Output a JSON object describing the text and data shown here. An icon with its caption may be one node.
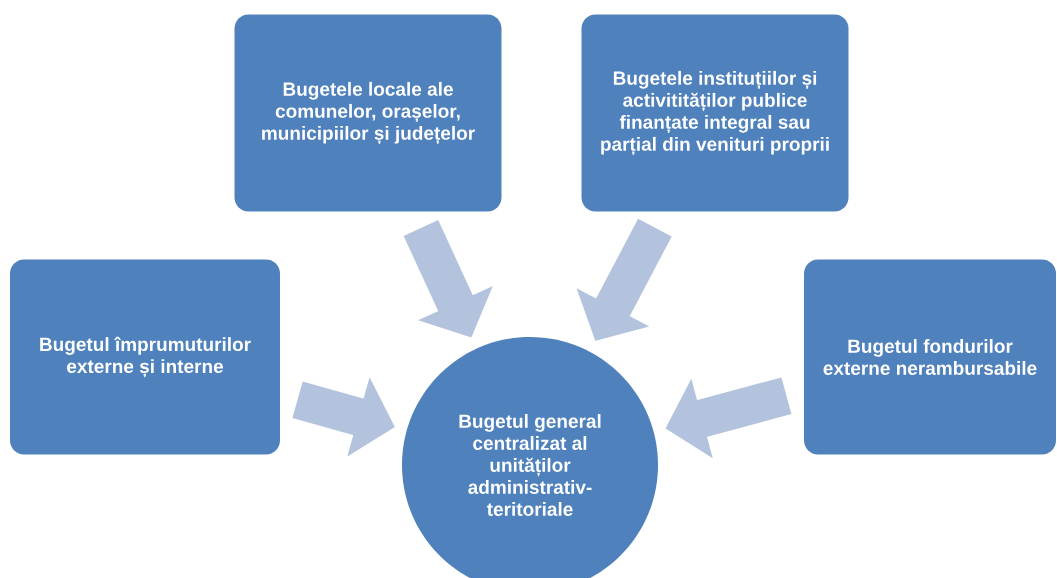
{
  "diagram": {
    "nodes": [
      {
        "text": [
          "Bugetele locale ale comunelor, orașelor, municipiilor și județelor"
        ]
      },
      {
        "text": [
          "Bugetele instituțiilor și activitităților publice finanțate integral sau parțial din venituri proprii"
        ]
      },
      {
        "text": [
          "Bugetul împrumuturilor externe și interne"
        ]
      },
      {
        "text": [
          "Bugetul fondurilor externe nerambursabile"
        ]
      },
      {
        "text": [
          "Bugetul general centralizat al unităților administrativ-teritoriale"
        ]
      }
    ],
    "edges": [
      {
        "from": 0,
        "to": 4,
        "arrow": "to"
      },
      {
        "from": 1,
        "to": 4,
        "arrow": "to"
      },
      {
        "from": 2,
        "to": 4,
        "arrow": "to"
      },
      {
        "from": 3,
        "to": 4,
        "arrow": "to"
      }
    ]
  }
}
